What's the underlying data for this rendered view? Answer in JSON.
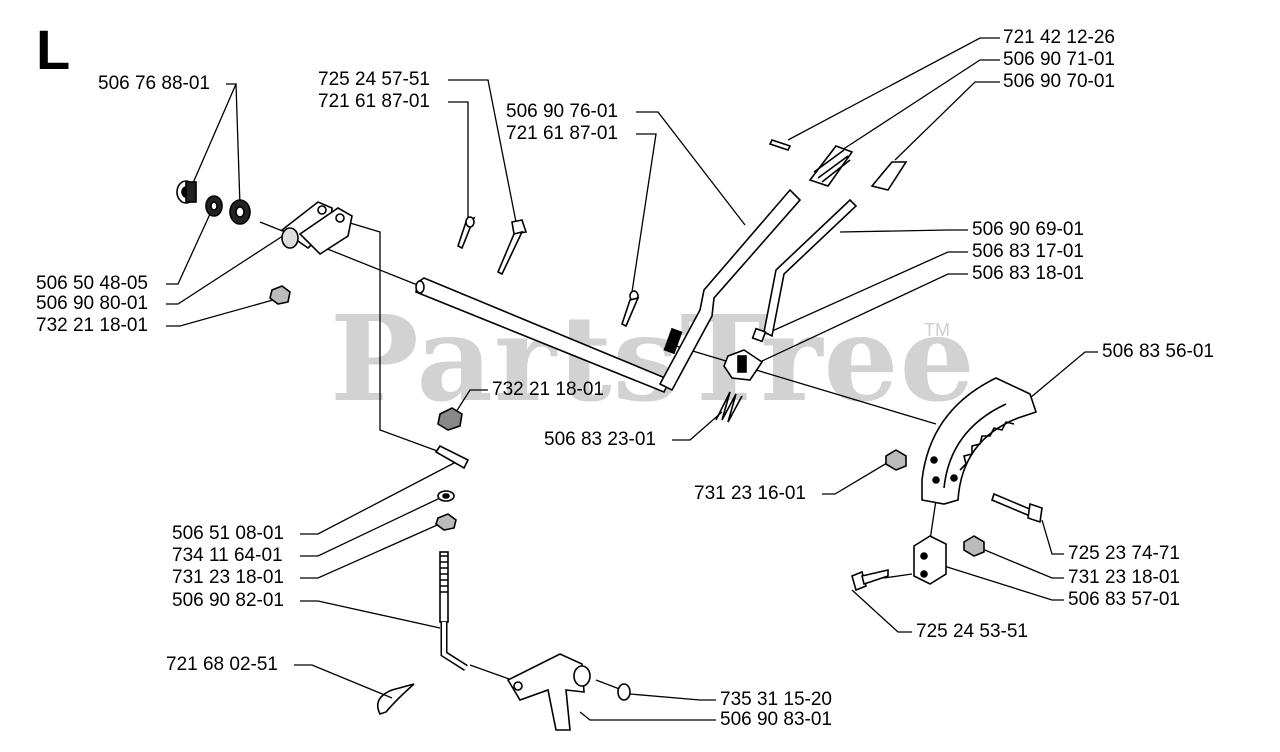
{
  "section_letter": "L",
  "watermark": {
    "text": "PartsTree",
    "trademark": "TM"
  },
  "callouts": [
    {
      "id": "c01",
      "text": "506 76 88-01"
    },
    {
      "id": "c02",
      "text": "725 24 57-51"
    },
    {
      "id": "c03",
      "text": "721 61 87-01"
    },
    {
      "id": "c04",
      "text": "506 90 76-01"
    },
    {
      "id": "c05",
      "text": "721 61 87-01"
    },
    {
      "id": "c06",
      "text": "721 42 12-26"
    },
    {
      "id": "c07",
      "text": "506 90 71-01"
    },
    {
      "id": "c08",
      "text": "506 90 70-01"
    },
    {
      "id": "c09",
      "text": "506 90 69-01"
    },
    {
      "id": "c10",
      "text": "506 83 17-01"
    },
    {
      "id": "c11",
      "text": "506 83 18-01"
    },
    {
      "id": "c12",
      "text": "506 83 56-01"
    },
    {
      "id": "c13",
      "text": "506 50 48-05"
    },
    {
      "id": "c14",
      "text": "506 90 80-01"
    },
    {
      "id": "c15",
      "text": "732 21 18-01"
    },
    {
      "id": "c16",
      "text": "732 21 18-01"
    },
    {
      "id": "c17",
      "text": "506 83 23-01"
    },
    {
      "id": "c18",
      "text": "731 23 16-01"
    },
    {
      "id": "c19",
      "text": "725 23 74-71"
    },
    {
      "id": "c20",
      "text": "731 23 18-01"
    },
    {
      "id": "c21",
      "text": "506 83 57-01"
    },
    {
      "id": "c22",
      "text": "725 24 53-51"
    },
    {
      "id": "c23",
      "text": "506 51 08-01"
    },
    {
      "id": "c24",
      "text": "734 11 64-01"
    },
    {
      "id": "c25",
      "text": "731 23 18-01"
    },
    {
      "id": "c26",
      "text": "506 90 82-01"
    },
    {
      "id": "c27",
      "text": "721 68 02-51"
    },
    {
      "id": "c28",
      "text": "735 31 15-20"
    },
    {
      "id": "c29",
      "text": "506 90 83-01"
    }
  ]
}
